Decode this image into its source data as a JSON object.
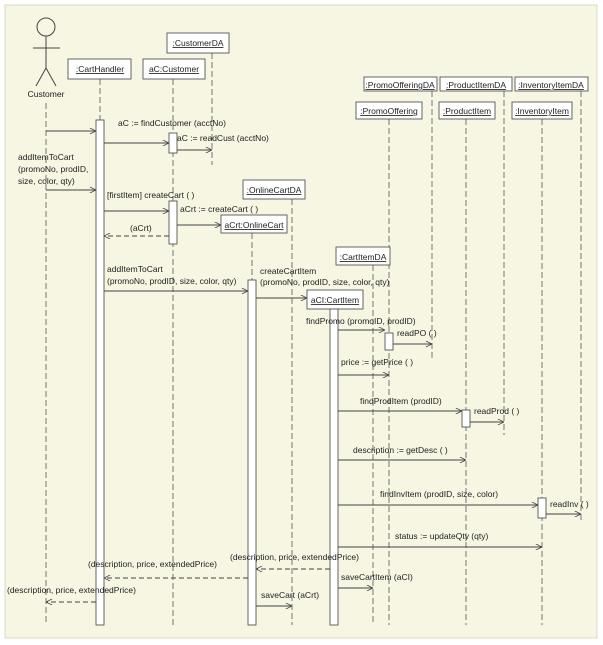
{
  "colors": {
    "background": "#f6f6e3",
    "border": "#555555",
    "text": "#222222"
  },
  "actor": {
    "name": "Customer"
  },
  "objects": {
    "cartHandler": ":CartHandler",
    "customer": "aC:Customer",
    "customerDA": ":CustomerDA",
    "onlineCartDA": ":OnlineCartDA",
    "onlineCart": "aCrt:OnlineCart",
    "cartItemDA": ":CartItemDA",
    "cartItem": "aCI:CartItem",
    "promoOfferingDA": ":PromoOfferingDA",
    "promoOffering": ":PromoOffering",
    "productItemDA": ":ProductItemDA",
    "productItem": ":ProductItem",
    "inventoryItemDA": ":InventoryItemDA",
    "inventoryItem": ":InventoryItem"
  },
  "messages": {
    "findCustomer": "aC := findCustomer (acctNo)",
    "readCust": "aC := readCust (acctNo)",
    "addItemToCart1": [
      "addItemToCart",
      "(promoNo, prodID,",
      "size, color, qty)"
    ],
    "createCart": "[firstItem] createCart ( )",
    "createCartInner": "aCrt := createCart ( )",
    "aCrtReturn": "(aCrt)",
    "addItemToCart2": [
      "addItemToCart",
      "(promoNo, prodID, size, color, qty)"
    ],
    "createCartItem": [
      "createCartItem",
      "(promoNo, prodID, size, color, qty)"
    ],
    "findPromo": "findPromo (promoID, prodID)",
    "readPO": "readPO ( )",
    "getPrice": "price := getPrice ( )",
    "findProdItem": "findProdItem (prodID)",
    "readProd": "readProd ( )",
    "getDesc": "description := getDesc ( )",
    "findInvItem": "findInvItem (prodID, size, color)",
    "readInv": "readInv ( )",
    "updateQty": "status := updateQty (qty)",
    "returnFromCartItem": "(description, price, extendedPrice)",
    "returnFromCart": "(description, price, extendedPrice)",
    "returnToCustomer": "(description, price, extendedPrice)",
    "saveCartItem": "saveCartItem (aCI)",
    "saveCart": "saveCart (aCrt)"
  }
}
